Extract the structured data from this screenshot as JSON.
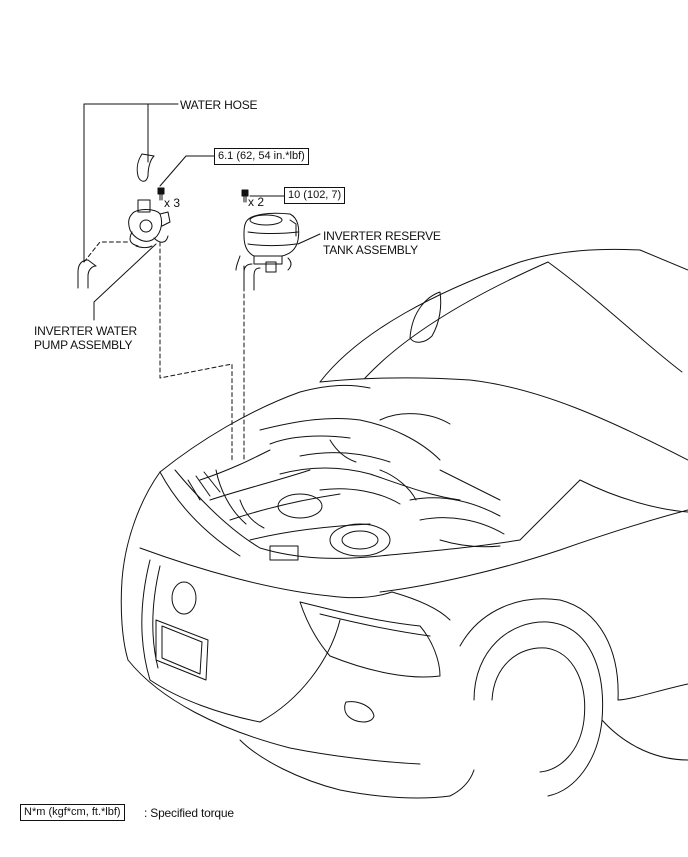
{
  "labels": {
    "water_hose": "WATER HOSE",
    "pump_line1": "INVERTER WATER",
    "pump_line2": "PUMP ASSEMBLY",
    "tank_line1": "INVERTER RESERVE",
    "tank_line2": "TANK ASSEMBLY"
  },
  "torque": {
    "pump_bolt_value": "6.1 (62, 54 in.*lbf)",
    "pump_bolt_qty": "x 3",
    "tank_bolt_value": "10 (102, 7)",
    "tank_bolt_qty": "x 2"
  },
  "legend": {
    "unit_box": "N*m (kgf*cm, ft.*lbf)",
    "description": ": Specified torque"
  },
  "colors": {
    "line": "#111111",
    "background": "#ffffff"
  }
}
